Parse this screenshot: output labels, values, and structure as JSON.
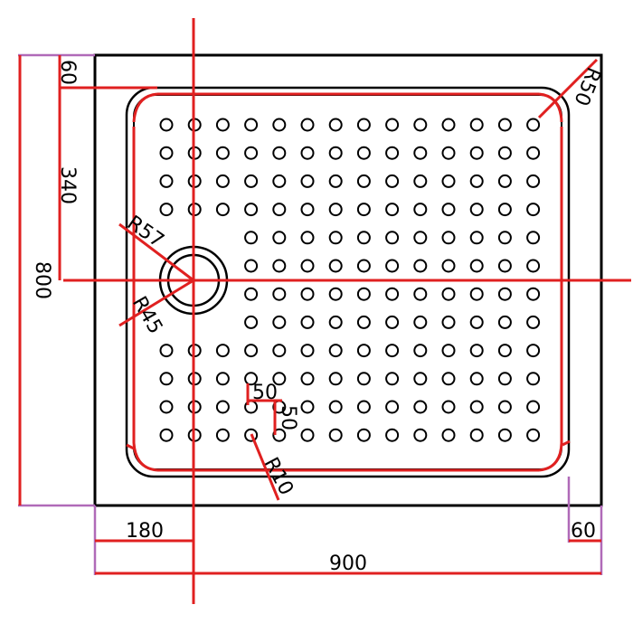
{
  "colors": {
    "outline": "#000000",
    "red": "#e02020",
    "purple": "#b06ab8",
    "background": "#ffffff"
  },
  "dimensions": {
    "overall_width": "900",
    "overall_height": "800",
    "drain_offset_x": "180",
    "drain_offset_y": "340",
    "top_rim": "60",
    "right_rim": "60",
    "hole_pitch_x": "50",
    "hole_pitch_y": "50"
  },
  "radii": {
    "corner": "R50",
    "drain_outer": "R57",
    "drain_inner": "R45",
    "hole": "R10"
  }
}
